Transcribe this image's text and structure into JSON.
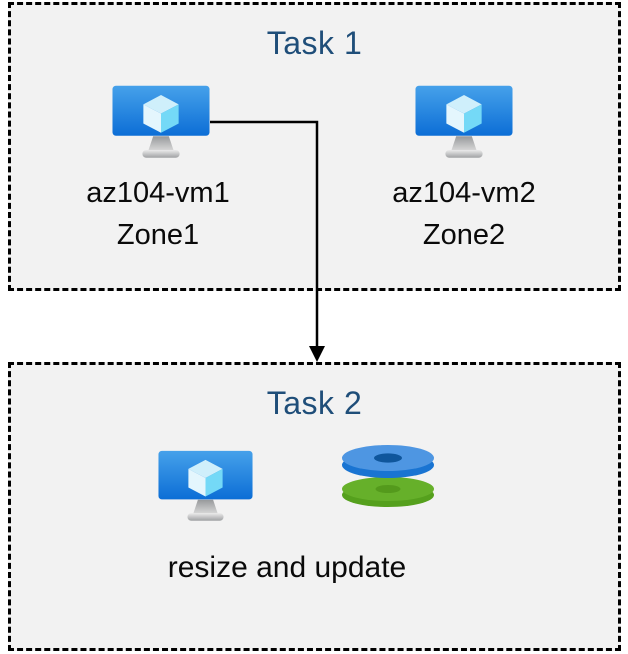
{
  "task1": {
    "title": "Task 1",
    "vms": [
      {
        "name": "az104-vm1",
        "zone": "Zone1"
      },
      {
        "name": "az104-vm2",
        "zone": "Zone2"
      }
    ]
  },
  "task2": {
    "title": "Task 2",
    "caption": "resize and update"
  },
  "icons": {
    "vm": "azure-virtual-machine-icon",
    "disks": "azure-managed-disks-icon"
  },
  "colors": {
    "panel_fill": "#f2f2f2",
    "panel_border": "#000000",
    "title_text": "#1f4e79",
    "body_text": "#0a0a0a",
    "arrow": "#000000",
    "vm_screen_top": "#46a1ea",
    "vm_screen_bottom": "#0c6ed6",
    "cube_top": "#cfeffb",
    "cube_left": "#e4f6fd",
    "cube_right": "#74d9f7",
    "disk_blue_top": "#4e96e2",
    "disk_blue_side": "#1974d2",
    "disk_blue_hole": "#0f569c",
    "disk_green_top": "#66b02a",
    "disk_green_side": "#55a01d",
    "disk_green_hole": "#549a1c"
  }
}
